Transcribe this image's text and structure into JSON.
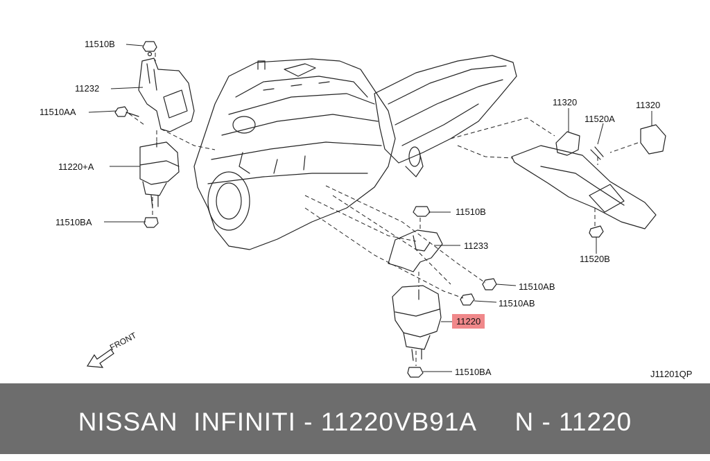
{
  "labels": {
    "l11510b_top": "11510B",
    "l11232": "11232",
    "l11510aa": "11510AA",
    "l11220a": "11220+A",
    "l11510ba_left": "11510BA",
    "l11320_a": "11320",
    "l11520a": "11520A",
    "l11320_b": "11320",
    "l11510b_mid": "11510B",
    "l11233": "11233",
    "l11510ab_1": "11510AB",
    "l11510ab_2": "11510AB",
    "l11220": "11220",
    "l11510ba_bottom": "11510BA",
    "l11520b": "11520B",
    "front": "FRONT",
    "diagram_code": "J11201QP"
  },
  "footer": {
    "text": "NISSAN  INFINITI - 11220VB91A     N - 11220"
  },
  "colors": {
    "highlight": "#f0888a",
    "footer_bg": "#6d6d6d",
    "line": "#222222"
  }
}
